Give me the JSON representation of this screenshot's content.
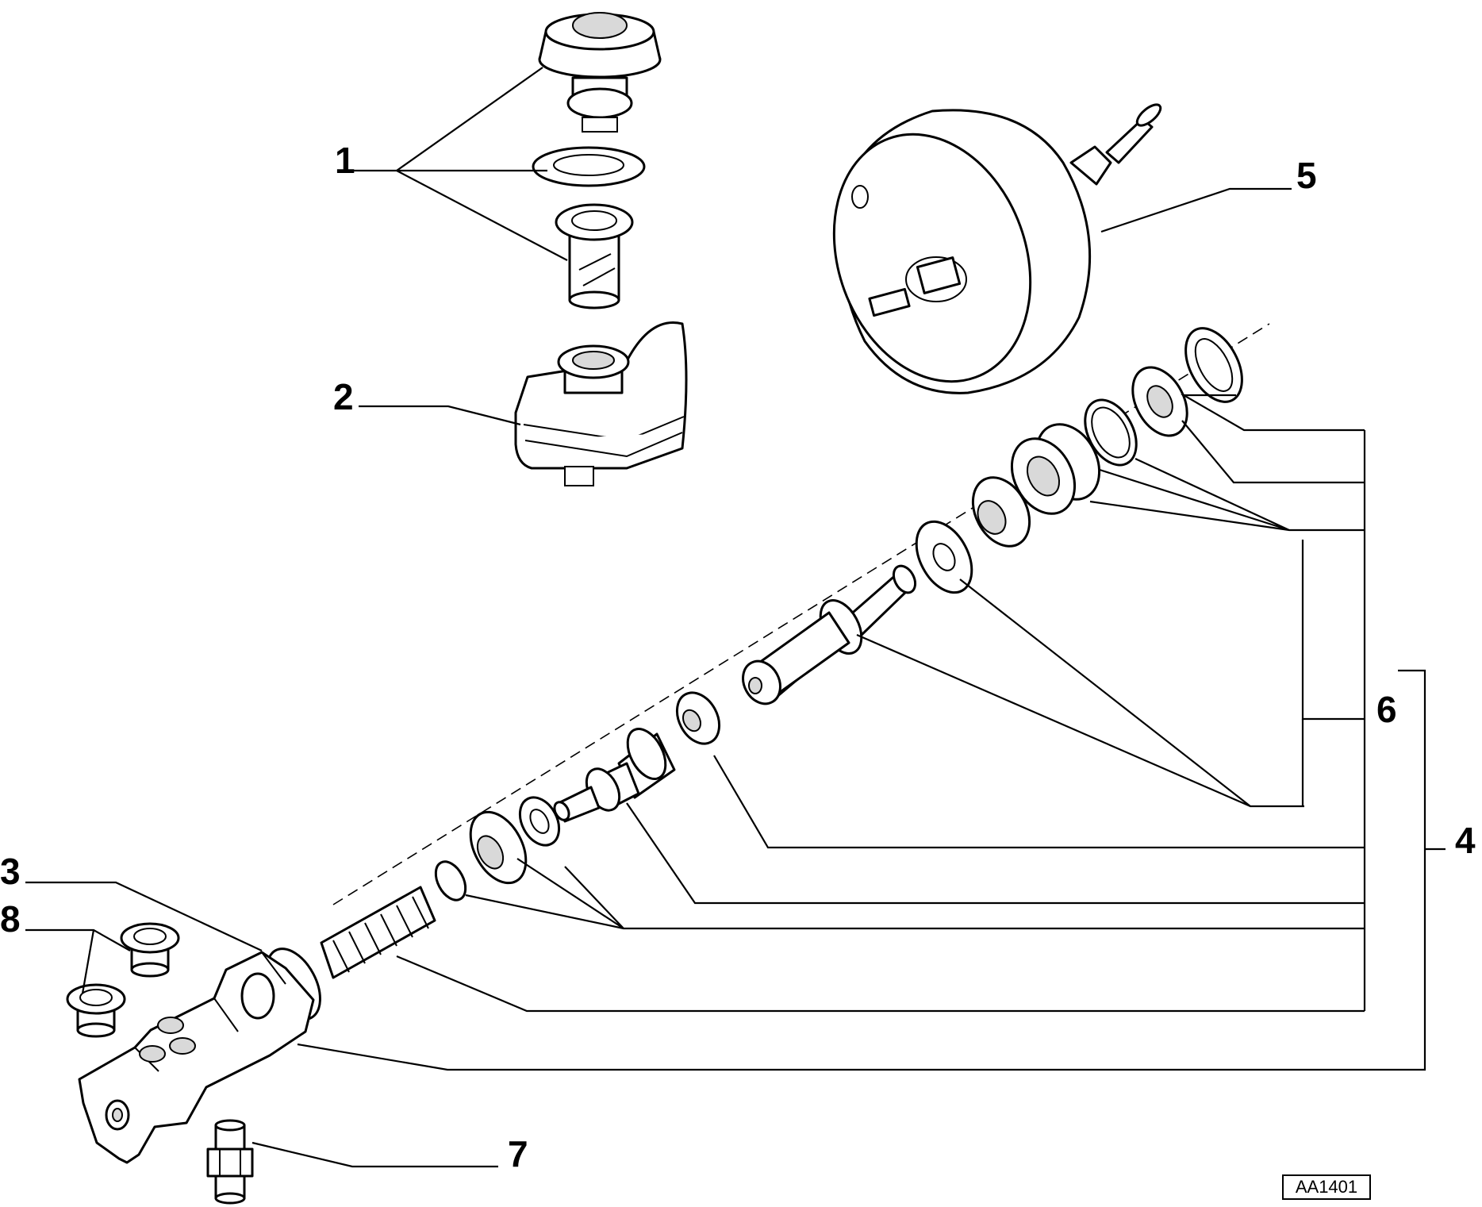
{
  "callouts": {
    "c1": "1",
    "c2": "2",
    "c3": "3",
    "c4": "4",
    "c5": "5",
    "c6": "6",
    "c7": "7",
    "c8": "8"
  },
  "reference_code": "AA1401"
}
